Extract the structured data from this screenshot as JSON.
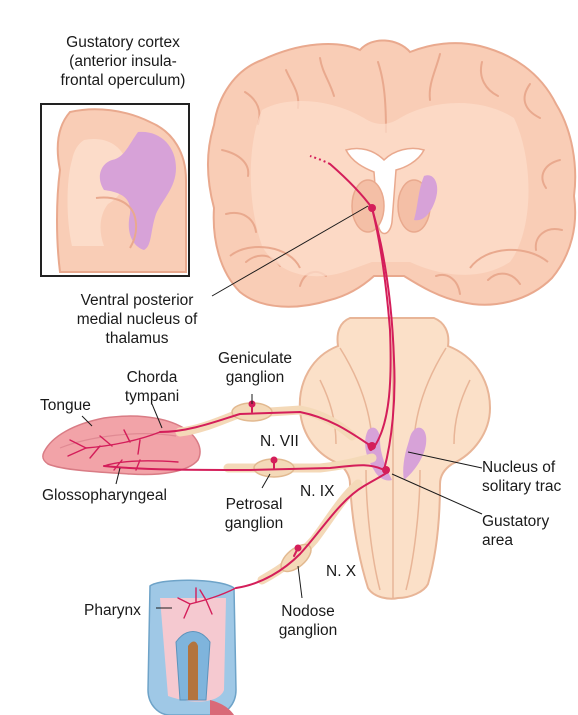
{
  "labels": {
    "gustatory_cortex": "Gustatory cortex\n(anterior insula-\nfrontal operculum)",
    "vpm_thalamus": "Ventral posterior\nmedial nucleus of\nthalamus",
    "geniculate_ganglion": "Geniculate\nganglion",
    "chorda_tympani": "Chorda\ntympani",
    "tongue": "Tongue",
    "n_vii": "N. VII",
    "n_ix": "N. IX",
    "glossopharyngeal": "Glossopharyngeal",
    "petrosal_ganglion": "Petrosal\nganglion",
    "nucleus_solitary_tract": "Nucleus of\nsolitary trac",
    "gustatory_area": "Gustatory\narea",
    "n_x": "N. X",
    "pharynx": "Pharynx",
    "nodose_ganglion": "Nodose\nganglion"
  },
  "colors": {
    "brain_fill": "#f9cdb6",
    "brain_outline": "#e9a98e",
    "brainstem_fill": "#fbe0c8",
    "nerve_pathway": "#d41e5a",
    "insula_highlight": "#d7a2d8",
    "tongue_fill": "#f2a3a8",
    "pharynx_blue": "#9fc8e6",
    "label_text": "#1a1a1a"
  }
}
